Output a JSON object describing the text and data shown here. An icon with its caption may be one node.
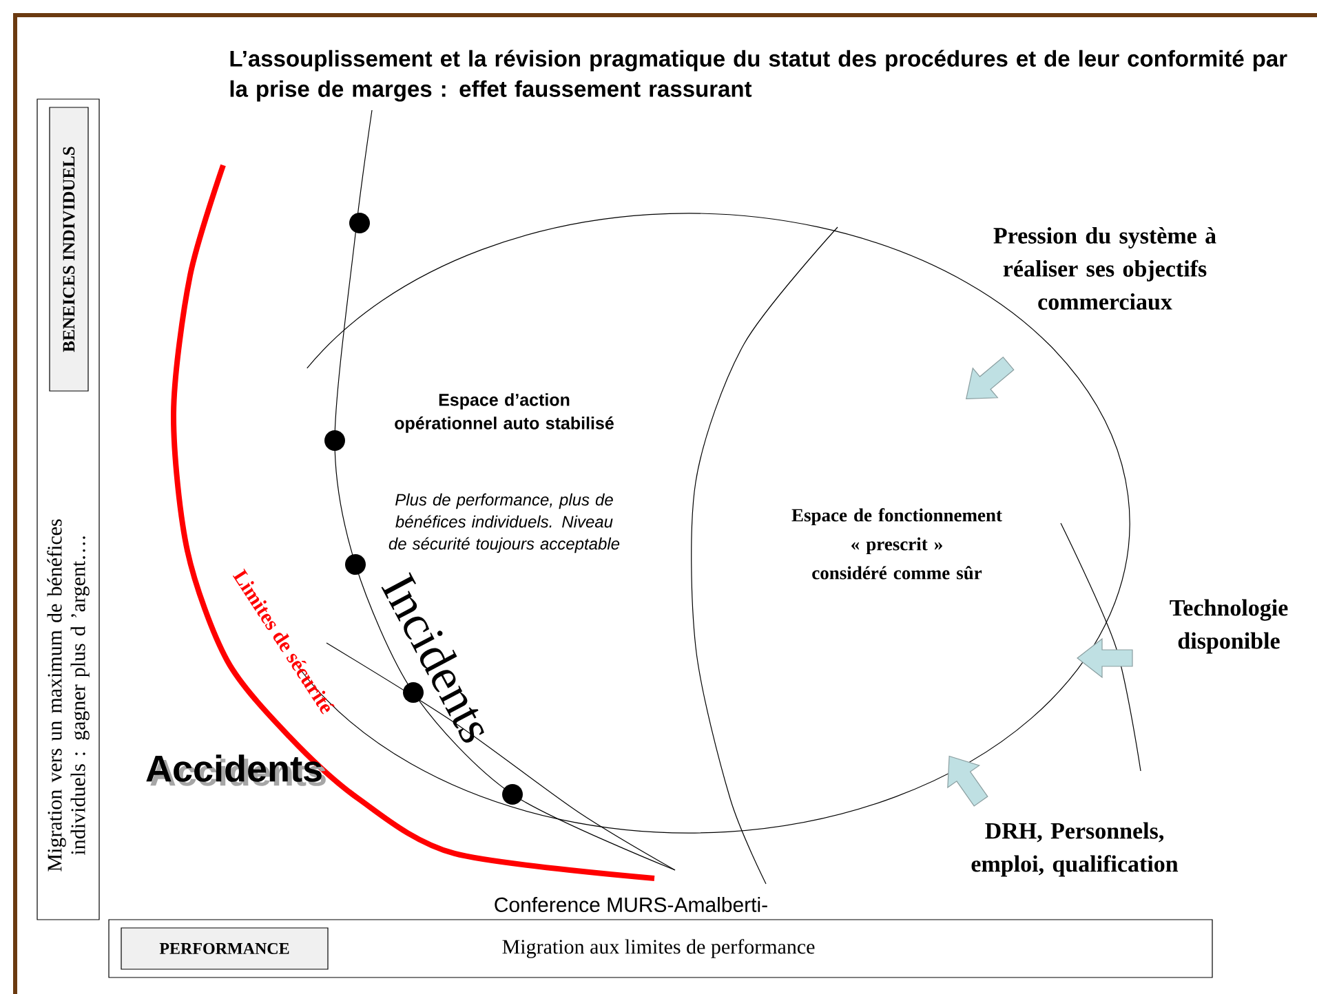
{
  "diagram": {
    "title": "L’assouplissement et la révision pragmatique du statut des procédures et de leur conformité par la prise de marges : effet faussement rassurant",
    "nodes": [
      {
        "text": [
          "Migration vers un maximum de bénéfices individuels : gagner plus d ’argent…."
        ]
      },
      {
        "text": [
          "BENEICES INDIVIDUELS"
        ],
        "in": 0
      },
      {
        "text": [
          "Migration aux limites de performance"
        ]
      },
      {
        "text": [
          "PERFORMANCE"
        ],
        "in": 2
      }
    ],
    "labels": [
      "Pression du système à réaliser ses objectifs commerciaux",
      "Espace d’action opérationnel auto stabilisé",
      "Plus de performance, plus de bénéfices individuels. Niveau de sécurité toujours acceptable",
      "Espace de fonctionnement « prescrit » considéré comme sûr",
      "Incidents",
      "Limites de sécurité",
      "Technologie disponible",
      "Accidents",
      "DRH, Personnels, emploi, qualification",
      "Conference MURS-Amalberti-"
    ]
  }
}
